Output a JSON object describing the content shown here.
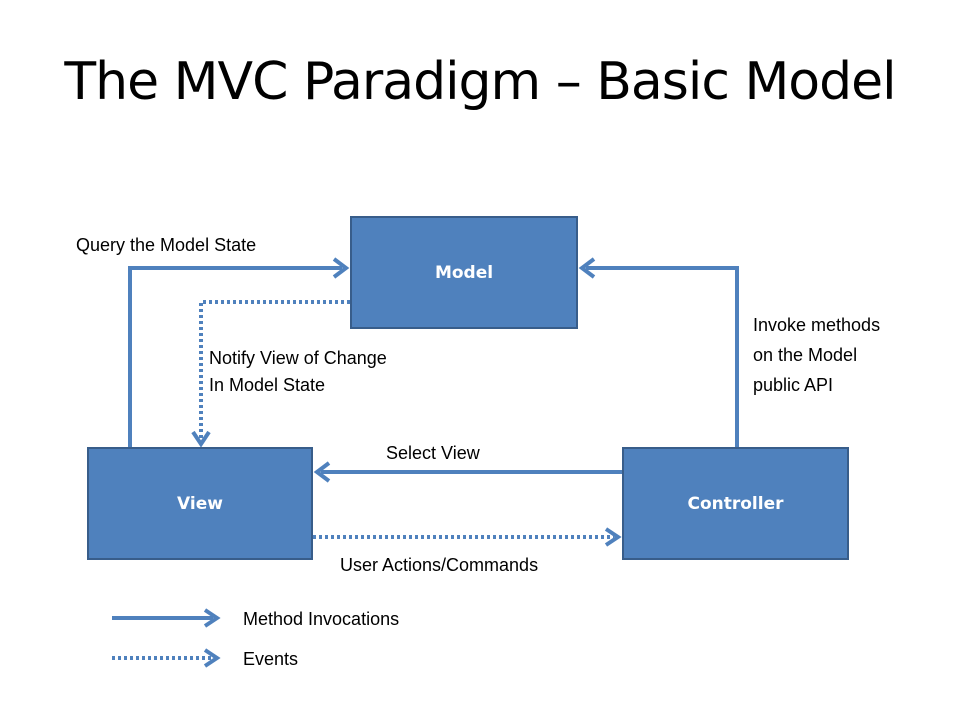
{
  "title": "The MVC Paradigm – Basic Model",
  "boxes": {
    "model": "Model",
    "view": "View",
    "controller": "Controller"
  },
  "labels": {
    "query_model_state": "Query the Model State",
    "notify_view_line1": "Notify View of Change",
    "notify_view_line2": "In Model State",
    "invoke_methods_line1": "Invoke methods",
    "invoke_methods_line2": "on the Model",
    "invoke_methods_line3": "public API",
    "select_view": "Select View",
    "user_actions": "User Actions/Commands"
  },
  "legend": {
    "method_invocations": "Method Invocations",
    "events": "Events"
  },
  "colors": {
    "box_fill": "#4f81bd",
    "box_border": "#385d8a",
    "arrow": "#4f81bd"
  }
}
